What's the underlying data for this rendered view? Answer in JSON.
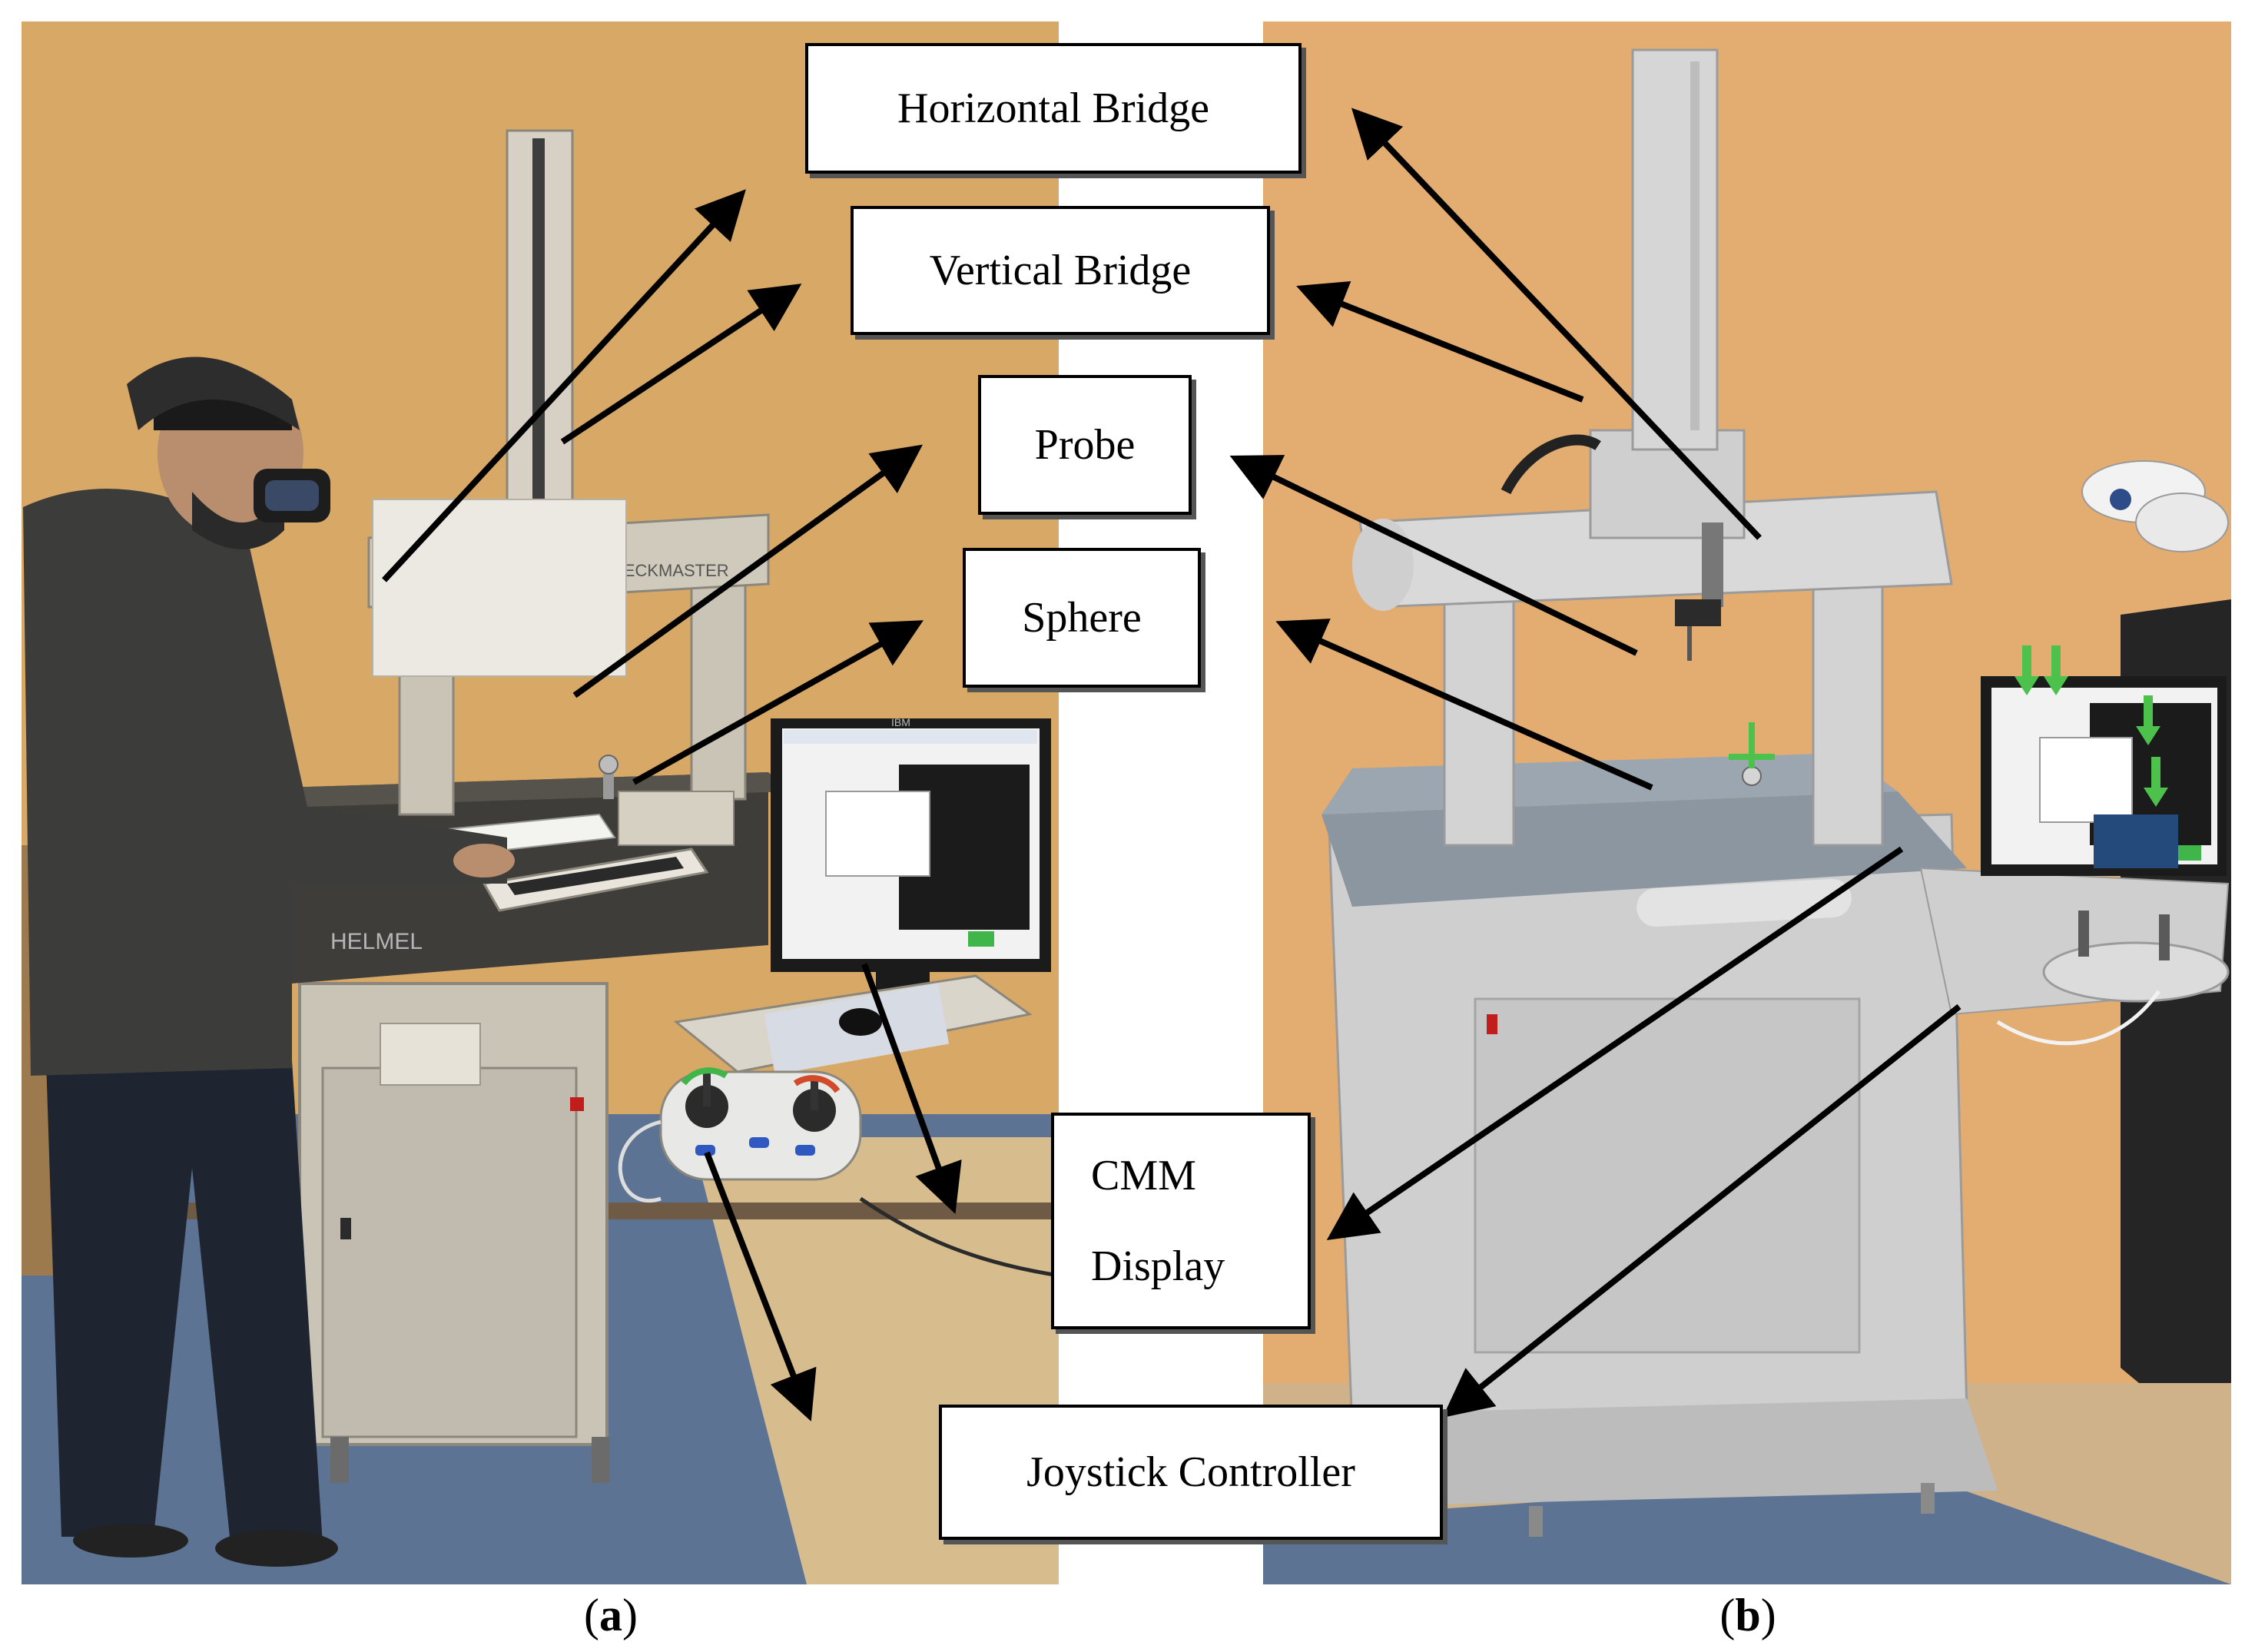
{
  "labels": {
    "horizontal_bridge": "Horizontal Bridge",
    "vertical_bridge": "Vertical Bridge",
    "probe": "Probe",
    "sphere": "Sphere",
    "cmm_display_line1": "CMM",
    "cmm_display_line2": "Display",
    "joystick_controller": "Joystick Controller"
  },
  "captions": {
    "a_open": "(",
    "a_letter": "a",
    "a_close": ")",
    "b_open": "(",
    "b_letter": "b",
    "b_close": ")"
  },
  "photo_a_brand_text": "CHECKMASTER",
  "photo_a_base_text": "HELMEL",
  "photo_a_monitor_text": "IBM",
  "colors": {
    "wall_a": "#d8a866",
    "wall_b": "#e3ac70",
    "machine_gray": "#c9c4b6",
    "render_gray": "#cfcfcf",
    "floor_blue": "#5d7393",
    "floor_tan": "#d7bd8e",
    "monitor_black": "#1b1b1b",
    "screen_white": "#f2f2f2",
    "arrow": "#000000",
    "green_marker": "#4cc24c"
  },
  "icons": [
    "arrow-icon",
    "person-icon",
    "headset-icon",
    "monitor-icon",
    "joystick-icon"
  ]
}
